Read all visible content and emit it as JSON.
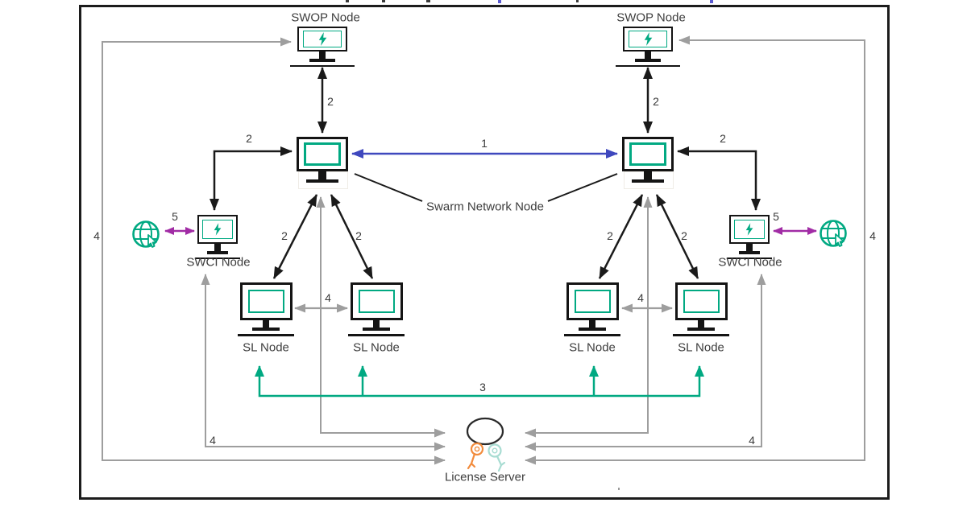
{
  "diagram": {
    "type": "network-topology",
    "description": "Swarm Learning deployment: two Swarm Network Nodes each serving a SWOP node, a SWCI node with internet access, and two SL nodes; all license traffic converges on a central License Server."
  },
  "labels": {
    "swop_node": "SWOP Node",
    "swci_node": "SWCI Node",
    "sl_node": "SL Node",
    "swarm_node": "Swarm Network Node",
    "license_server": "License Server"
  },
  "edge_labels": {
    "n1": "1",
    "n2": "2",
    "n3": "3",
    "n4": "4",
    "n5": "5"
  },
  "legend_colors": {
    "node_accent_teal": "#01A982",
    "black_links": "#1A1A1A",
    "gray_license_links": "#9E9E9E",
    "blue_swarm_peer_link": "#3F48BE",
    "purple_internet_link": "#A12CA5",
    "key_orange": "#F28B3C",
    "key_pale_teal": "#A8DCD2"
  },
  "connections": [
    {
      "id": "1",
      "between": "swarm-network-node-left and swarm-network-node-right",
      "style": "blue double-headed arrow"
    },
    {
      "id": "2",
      "between": "each swarm network node and its SWOP, SWCI and SL nodes",
      "style": "black double-headed arrows"
    },
    {
      "id": "3",
      "between": "license routing bus and all four SL nodes",
      "style": "green arrows"
    },
    {
      "id": "4",
      "between": "license server and SWOP/SWCI/swarm nodes, plus SL-to-SL peering",
      "style": "gray arrows"
    },
    {
      "id": "5",
      "between": "each SWCI node and the internet",
      "style": "purple double-headed arrow"
    }
  ]
}
